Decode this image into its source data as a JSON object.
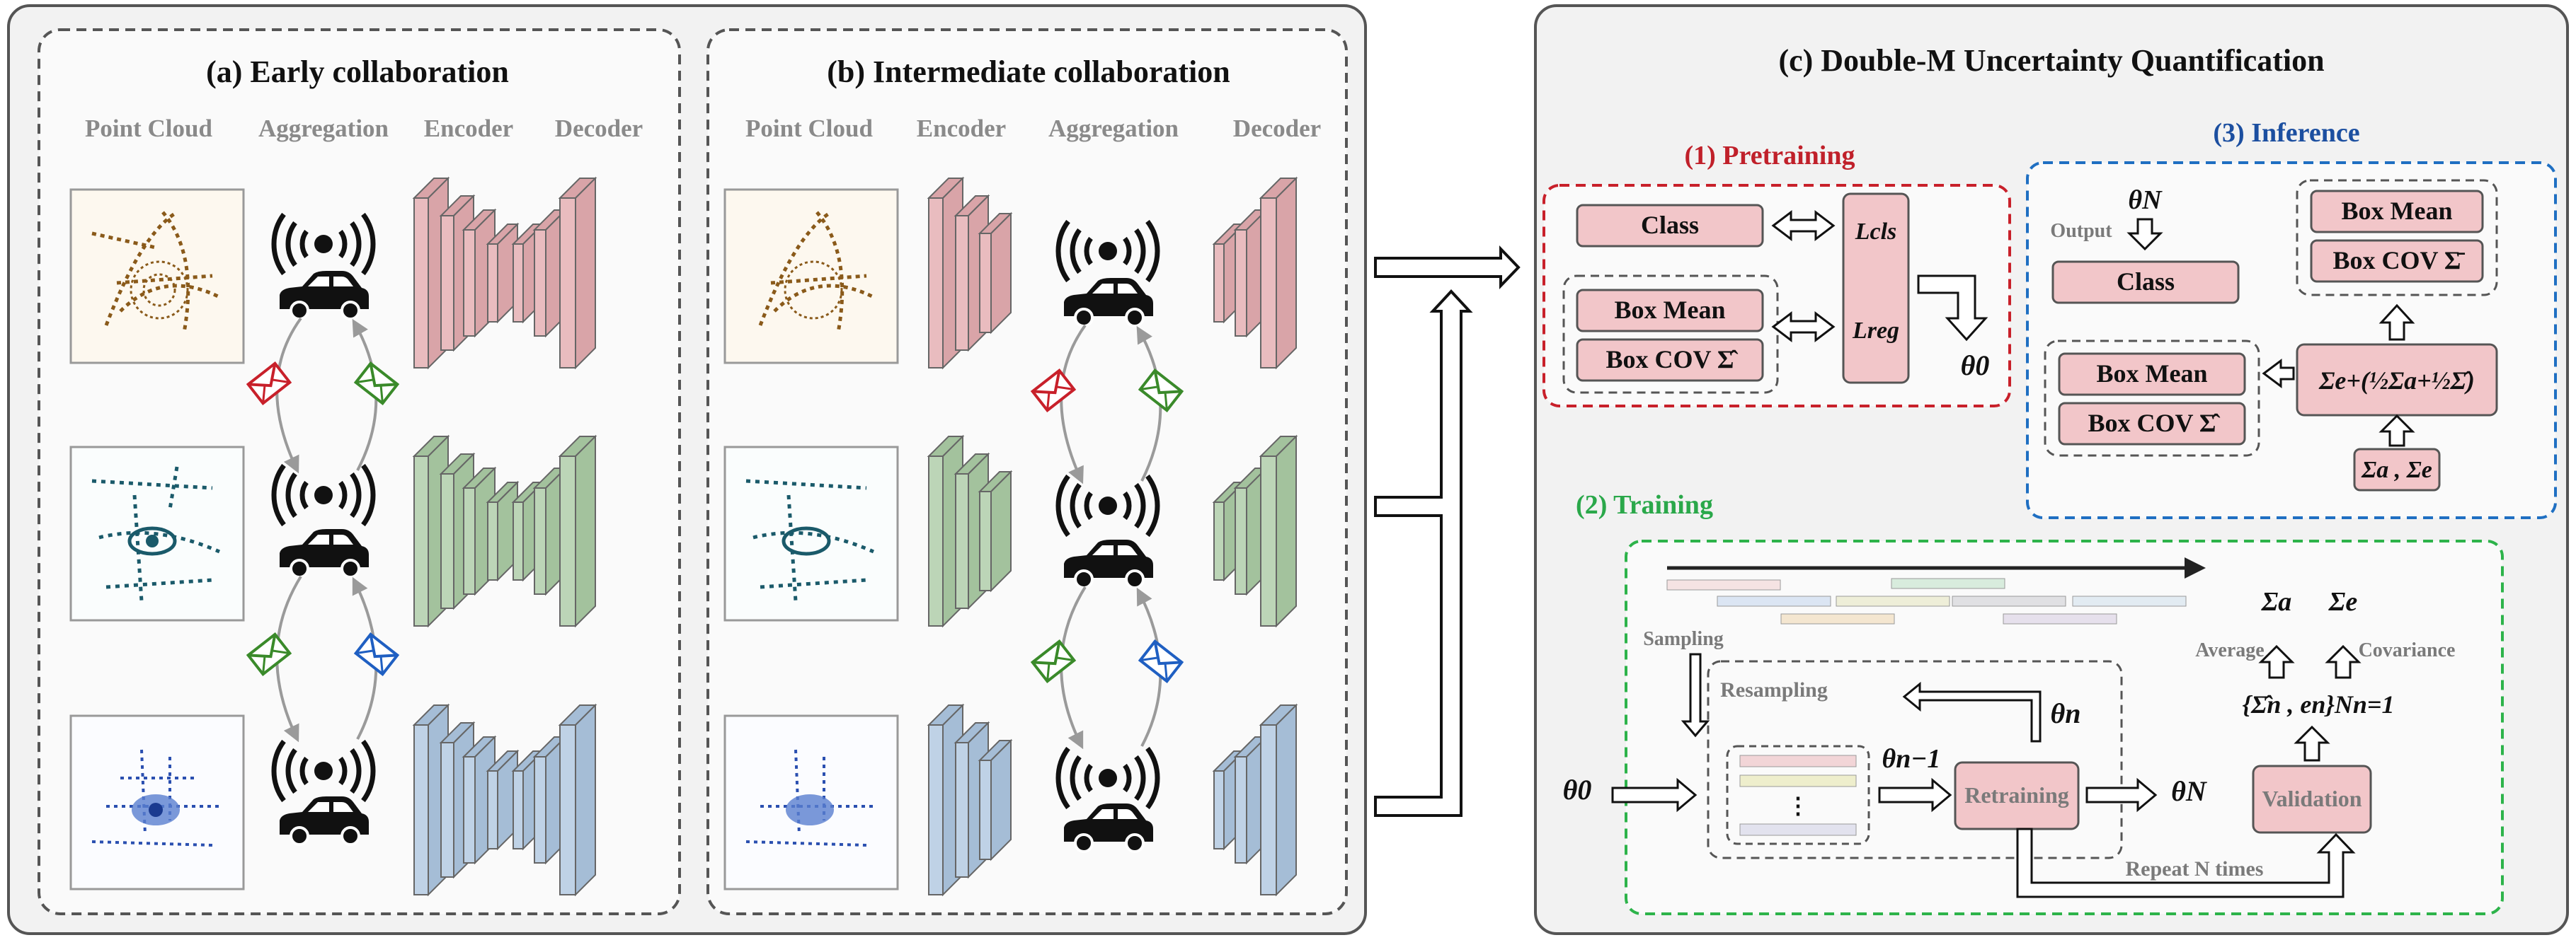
{
  "panel_a": {
    "title": "(a) Early collaboration",
    "headers": [
      "Point Cloud",
      "Aggregation",
      "Encoder",
      "Decoder"
    ]
  },
  "panel_b": {
    "title": "(b) Intermediate collaboration",
    "headers": [
      "Point Cloud",
      "Encoder",
      "Aggregation",
      "Decoder"
    ]
  },
  "panel_c": {
    "title": "(c) Double-M Uncertainty Quantification",
    "pretraining": {
      "title": "(1) Pretraining",
      "class": "Class",
      "box_mean": "Box Mean",
      "box_cov": "Box COV Σ̂",
      "l_cls": "Lcls",
      "l_reg": "Lreg",
      "theta0": "θ0"
    },
    "inference": {
      "title": "(3) Inference",
      "theta_n": "θN",
      "output": "Output",
      "class": "Class",
      "box_mean_top": "Box Mean",
      "box_cov_top": "Box COV Σ̄",
      "box_mean": "Box Mean",
      "box_cov": "Box COV Σ̂",
      "formula": "Σe+(½Σa+½Σ̂)",
      "sigmas": "Σa , Σe"
    },
    "training": {
      "title": "(2) Training",
      "sampling": "Sampling",
      "resampling": "Resampling",
      "theta_n_small": "θn",
      "theta_n_minus_1": "θn−1",
      "theta0": "θ0",
      "retraining": "Retraining",
      "theta_N": "θN",
      "validation": "Validation",
      "repeat": "Repeat N times",
      "average": "Average",
      "covariance": "Covariance",
      "sigma_a": "Σa",
      "sigma_e": "Σe",
      "set": "{Σ̂n , en}Nn=1",
      "dots": "⋮"
    }
  },
  "colors": {
    "red_row": "#e9bcbf",
    "green_row": "#bcd5b7",
    "blue_row": "#bfd2e6",
    "red_dash": "#c8202a",
    "blue_dash": "#1f6fc2",
    "green_dash": "#2db34a",
    "title_red": "#c0202a",
    "title_blue": "#1c4fa0",
    "title_green": "#2aa84a",
    "pink_box": "#f2c6c9"
  }
}
